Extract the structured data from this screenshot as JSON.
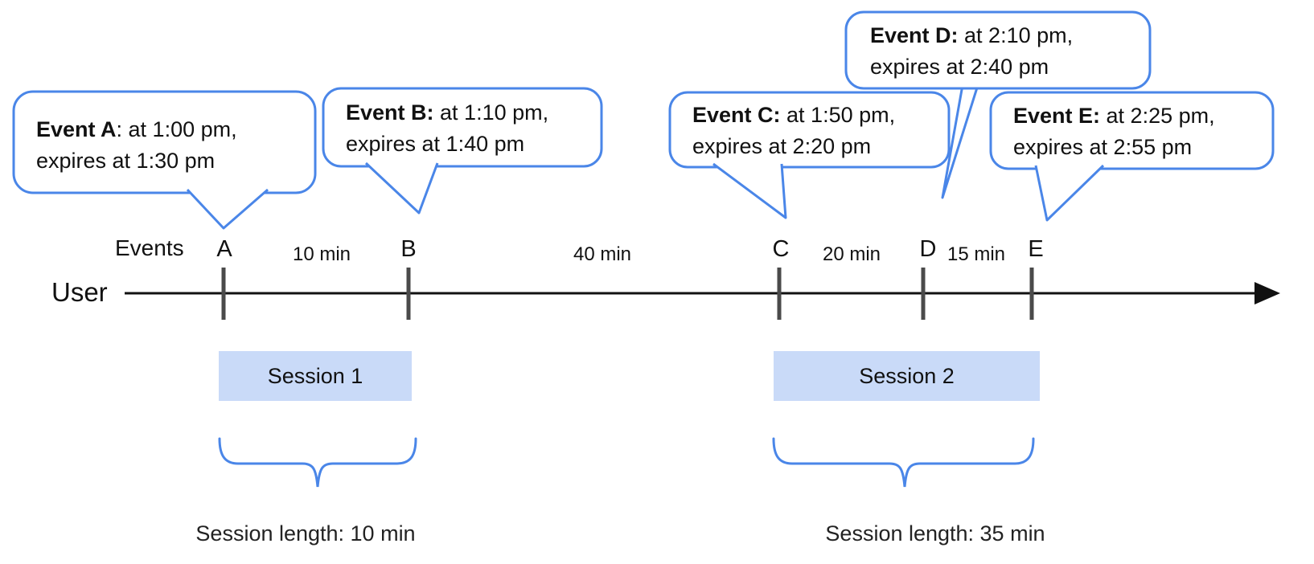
{
  "colors": {
    "bubble_border": "#4a86e8",
    "bubble_fill": "#ffffff",
    "session_fill": "#c9daf8",
    "brace": "#4a86e8",
    "tick": "#4a4a4a",
    "axis": "#111111"
  },
  "labels": {
    "events_axis": "Events",
    "user": "User"
  },
  "events": [
    {
      "letter": "A",
      "bold": "Event A",
      "line1_rest": ": at 1:00 pm,",
      "line2": "expires at 1:30 pm"
    },
    {
      "letter": "B",
      "bold": "Event B:",
      "line1_rest": " at 1:10 pm,",
      "line2": "expires at 1:40 pm"
    },
    {
      "letter": "C",
      "bold": "Event C:",
      "line1_rest": " at 1:50 pm,",
      "line2": "expires at 2:20 pm"
    },
    {
      "letter": "D",
      "bold": "Event D:",
      "line1_rest": " at 2:10 pm,",
      "line2": "expires at 2:40 pm"
    },
    {
      "letter": "E",
      "bold": "Event E:",
      "line1_rest": " at 2:25 pm,",
      "line2": "expires at 2:55 pm"
    }
  ],
  "intervals": [
    {
      "label": "10 min"
    },
    {
      "label": "40 min"
    },
    {
      "label": "20 min"
    },
    {
      "label": "15 min"
    }
  ],
  "sessions": [
    {
      "label": "Session 1",
      "length": "Session length: 10 min"
    },
    {
      "label": "Session 2",
      "length": "Session length: 35 min"
    }
  ]
}
